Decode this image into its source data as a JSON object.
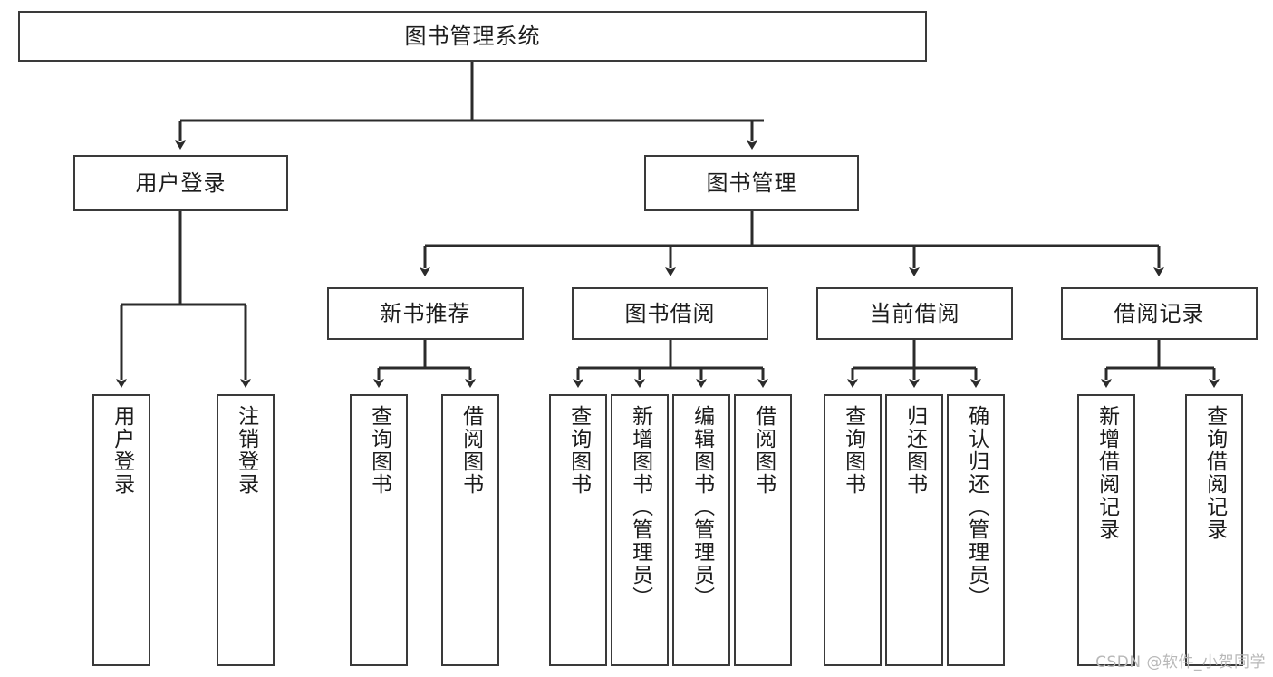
{
  "diagram": {
    "title": "图书管理系统",
    "type": "hierarchy-tree",
    "watermark": "CSDN @软件_小贺同学",
    "colors": {
      "background": "#ffffff",
      "node_border": "#3a3a3a",
      "node_fill": "#ffffff",
      "edge": "#2b2b2b",
      "text": "#1c1c1c",
      "watermark": "#b8b8b8"
    },
    "root": {
      "id": "root",
      "label": "图书管理系统"
    },
    "level1": [
      {
        "id": "user-login",
        "label": "用户登录"
      },
      {
        "id": "book-manage",
        "label": "图书管理"
      }
    ],
    "level2": [
      {
        "id": "new-book-rec",
        "label": "新书推荐",
        "parent": "book-manage"
      },
      {
        "id": "book-borrow",
        "label": "图书借阅",
        "parent": "book-manage"
      },
      {
        "id": "current-borrow",
        "label": "当前借阅",
        "parent": "book-manage"
      },
      {
        "id": "borrow-record",
        "label": "借阅记录",
        "parent": "book-manage"
      }
    ],
    "leaves": [
      {
        "id": "leaf-user-login",
        "label": "用户登录",
        "parent": "user-login"
      },
      {
        "id": "leaf-logout-login",
        "label": "注销登录",
        "parent": "user-login"
      },
      {
        "id": "leaf-query-book-1",
        "label": "查询图书",
        "parent": "new-book-rec"
      },
      {
        "id": "leaf-borrow-book-1",
        "label": "借阅图书",
        "parent": "new-book-rec"
      },
      {
        "id": "leaf-query-book-2",
        "label": "查询图书",
        "parent": "book-borrow"
      },
      {
        "id": "leaf-add-book",
        "label": "新增图书（管理员）",
        "parent": "book-borrow"
      },
      {
        "id": "leaf-edit-book",
        "label": "编辑图书（管理员）",
        "parent": "book-borrow"
      },
      {
        "id": "leaf-borrow-book-2",
        "label": "借阅图书",
        "parent": "book-borrow"
      },
      {
        "id": "leaf-query-book-3",
        "label": "查询图书",
        "parent": "current-borrow"
      },
      {
        "id": "leaf-return-book",
        "label": "归还图书",
        "parent": "current-borrow"
      },
      {
        "id": "leaf-confirm-return",
        "label": "确认归还（管理员）",
        "parent": "current-borrow"
      },
      {
        "id": "leaf-add-record",
        "label": "新增借阅记录",
        "parent": "borrow-record"
      },
      {
        "id": "leaf-query-record",
        "label": "查询借阅记录",
        "parent": "borrow-record"
      }
    ]
  }
}
